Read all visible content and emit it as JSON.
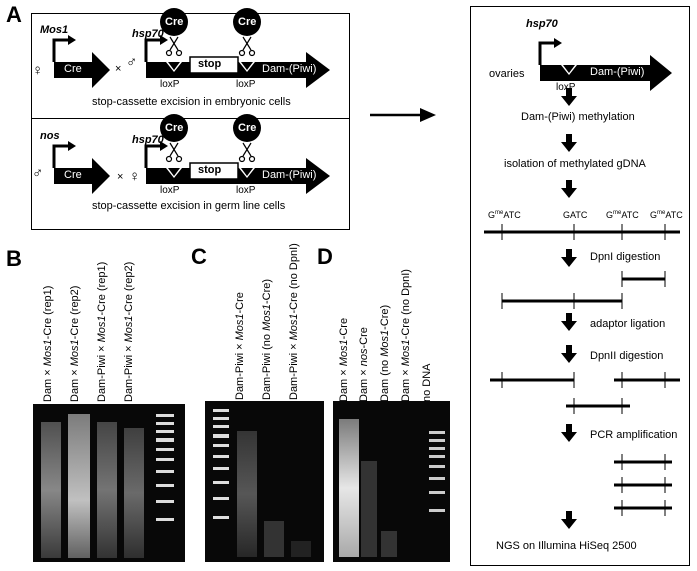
{
  "panels": {
    "A": "A",
    "B": "B",
    "C": "C",
    "D": "D"
  },
  "panelA": {
    "cross1": {
      "driver_gene": "Mos1",
      "driver_sex": "♀",
      "cre_label": "Cre",
      "cross_symbol": "×",
      "reporter_sex": "♂",
      "promoter": "hsp70",
      "stop_label": "stop",
      "loxp1": "loxP",
      "loxp2": "loxP",
      "fusion_label": "Dam-(Piwi)",
      "caption": "stop-cassette excision in embryonic cells"
    },
    "cross2": {
      "driver_gene": "nos",
      "driver_sex": "♂",
      "cre_label": "Cre",
      "cross_symbol": "×",
      "reporter_sex": "♀",
      "promoter": "hsp70",
      "stop_label": "stop",
      "loxp1": "loxP",
      "loxp2": "loxP",
      "fusion_label": "Dam-(Piwi)",
      "caption": "stop-cassette excision in germ line cells"
    }
  },
  "workflow": {
    "promoter": "hsp70",
    "tissue": "ovaries",
    "loxp": "loxP",
    "fusion_label": "Dam-(Piwi)",
    "steps": [
      "Dam-(Piwi) methylation",
      "isolation of methylated gDNA",
      "DpnI digestion",
      "adaptor ligation",
      "DpnII digestion",
      "PCR amplification",
      "NGS on Illumina HiSeq 2500"
    ],
    "sites": [
      {
        "pre": "G",
        "sup": "me",
        "post": "ATC"
      },
      {
        "pre": "GATC",
        "sup": "",
        "post": ""
      },
      {
        "pre": "G",
        "sup": "me",
        "post": "ATC"
      },
      {
        "pre": "G",
        "sup": "me",
        "post": "ATC"
      }
    ]
  },
  "panelB": {
    "lanes": [
      {
        "pre": "Dam × ",
        "ital": "Mos1",
        "post": "-Cre (rep1)"
      },
      {
        "pre": "Dam × ",
        "ital": "Mos1",
        "post": "-Cre (rep2)"
      },
      {
        "pre": "Dam-Piwi × ",
        "ital": "Mos1",
        "post": "-Cre (rep1)"
      },
      {
        "pre": "Dam-Piwi × ",
        "ital": "Mos1",
        "post": "-Cre (rep2)"
      }
    ]
  },
  "panelC": {
    "lanes": [
      {
        "pre": "Dam-Piwi × ",
        "ital": "Mos1",
        "post": "-Cre"
      },
      {
        "pre": "Dam-Piwi (no ",
        "ital": "Mos1",
        "post": "-Cre)"
      },
      {
        "pre": "Dam-Piwi × ",
        "ital": "Mos1",
        "post": "-Cre (no DpnI)"
      }
    ]
  },
  "panelD": {
    "lanes": [
      {
        "pre": "Dam × ",
        "ital": "Mos1",
        "post": "-Cre"
      },
      {
        "pre": "Dam × ",
        "ital": "nos",
        "post": "-Cre"
      },
      {
        "pre": "Dam (no ",
        "ital": "Mos1",
        "post": "-Cre)"
      },
      {
        "pre": "Dam × ",
        "ital": "Mos1",
        "post": "-Cre (no DpnI)"
      },
      {
        "pre": "no DNA",
        "ital": "",
        "post": ""
      }
    ]
  }
}
